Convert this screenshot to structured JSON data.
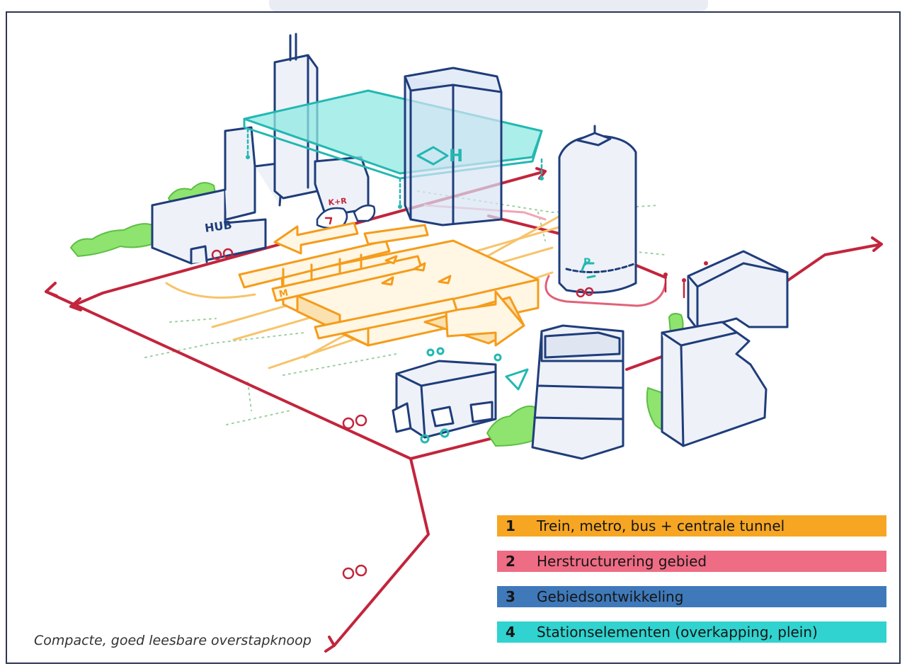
{
  "diagram": {
    "labels": {
      "hub": "HUB",
      "kr": "K+R",
      "metro": "M",
      "station": "H",
      "parking": "P"
    }
  },
  "legend": [
    {
      "number": "1",
      "label": "Trein, metro, bus + centrale tunnel",
      "color": "#f6a623"
    },
    {
      "number": "2",
      "label": "Herstructurering gebied",
      "color": "#ee6c84"
    },
    {
      "number": "3",
      "label": "Gebiedsontwikkeling",
      "color": "#3f79ba"
    },
    {
      "number": "4",
      "label": "Stationselementen (overkapping, plein)",
      "color": "#30d3cf"
    }
  ],
  "caption": "Compacte, goed leesbare overstapknoop",
  "colors": {
    "frame": "#2c3553",
    "road": "#c2253c",
    "building_outline": "#1f3d7a",
    "building_fill": "#eef1f8",
    "transit": "#f59c1a",
    "transit_fill": "#fbe1b0",
    "canopy": "#30cfc9",
    "greenery": "#8fe36f"
  }
}
